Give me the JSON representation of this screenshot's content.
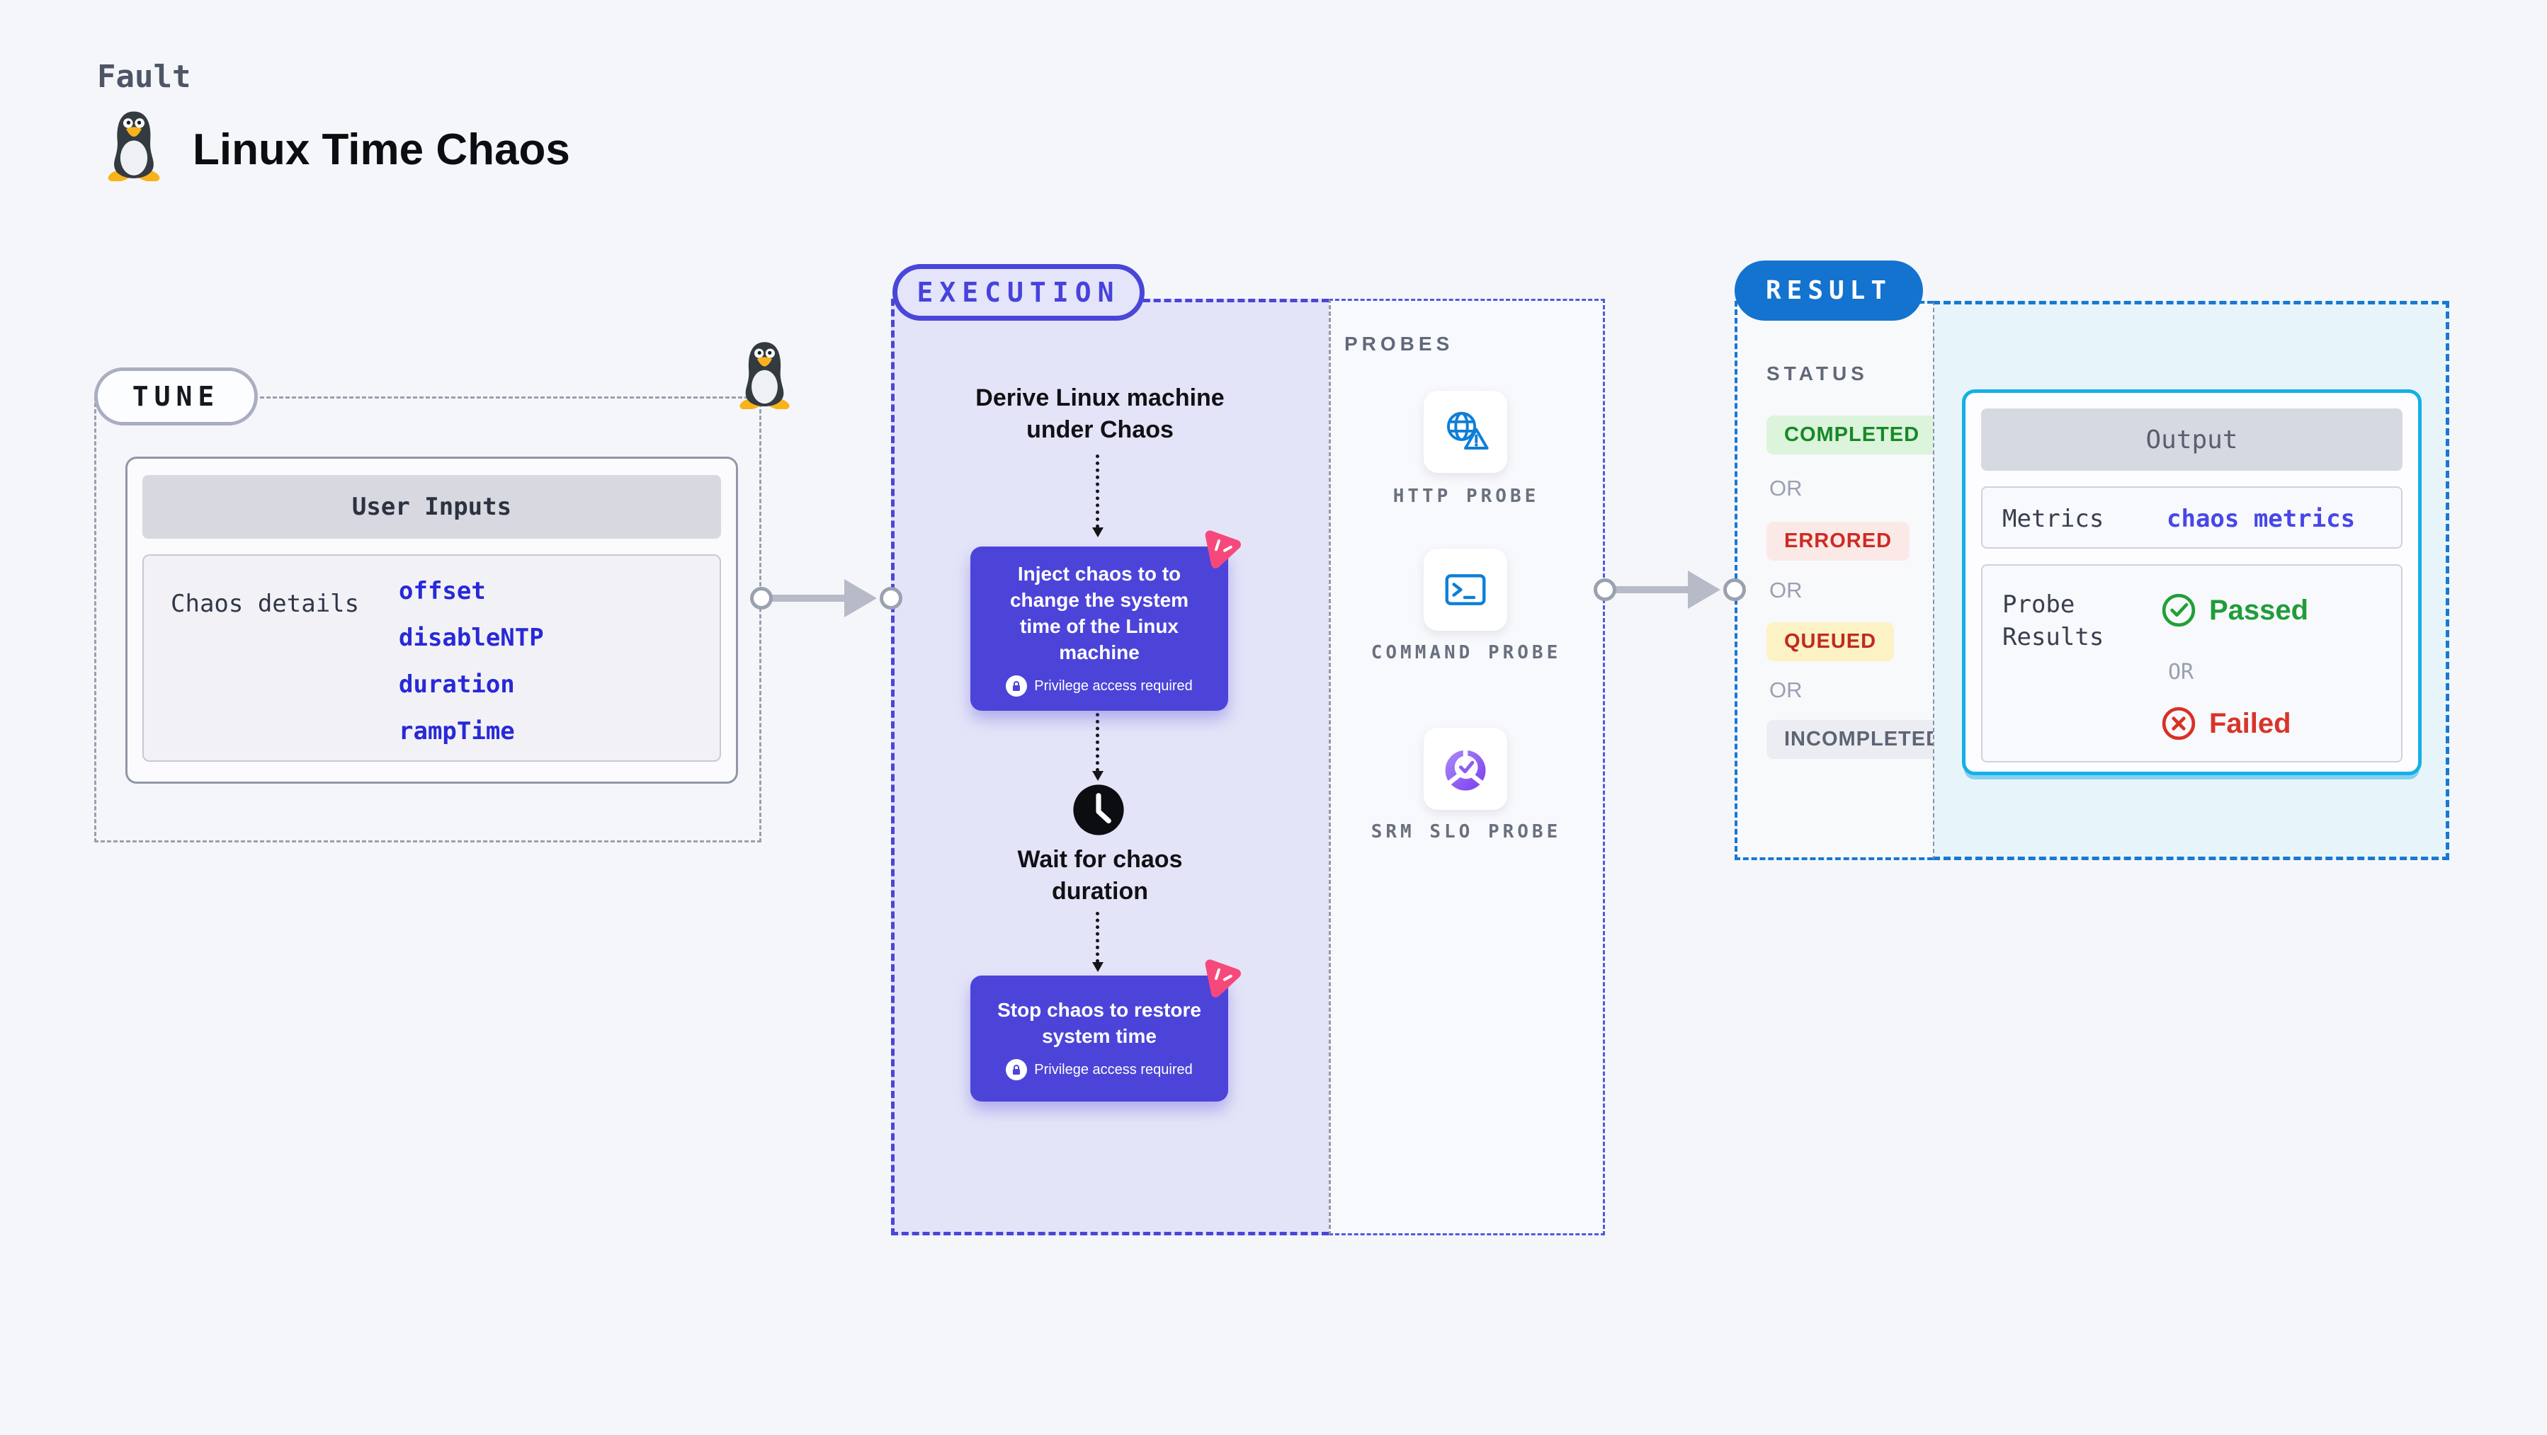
{
  "header": {
    "eyebrow": "Fault",
    "title": "Linux Time Chaos",
    "title_icon": "tux-penguin-icon"
  },
  "tune": {
    "pill": "TUNE",
    "user_inputs": {
      "header": "User Inputs",
      "row_label": "Chaos details",
      "links": [
        "offset",
        "disableNTP",
        "duration",
        "rampTime"
      ]
    }
  },
  "execution": {
    "pill": "EXECUTION",
    "steps": [
      {
        "label": "Derive Linux machine under Chaos"
      },
      {
        "label": "Inject chaos to to change the system time of the Linux machine",
        "badge": "Privilege access required",
        "icon": "chaos-pink-icon"
      },
      {
        "label": "Wait for chaos duration",
        "icon": "clock-icon"
      },
      {
        "label": "Stop chaos to restore system time",
        "badge": "Privilege access required",
        "icon": "chaos-pink-icon"
      }
    ]
  },
  "probes": {
    "heading": "PROBES",
    "items": [
      {
        "label": "HTTP PROBE",
        "icon": "http-globe-warning-icon"
      },
      {
        "label": "COMMAND PROBE",
        "icon": "terminal-icon"
      },
      {
        "label": "SRM SLO PROBE",
        "icon": "slo-pie-check-icon"
      }
    ]
  },
  "result": {
    "pill": "RESULT",
    "status": {
      "heading": "STATUS",
      "or": "OR",
      "items": [
        {
          "label": "COMPLETED"
        },
        {
          "label": "ERRORED"
        },
        {
          "label": "QUEUED"
        },
        {
          "label": "INCOMPLETED"
        }
      ]
    },
    "output": {
      "header": "Output",
      "metrics_label": "Metrics",
      "metrics_link": "chaos metrics",
      "probe_label": "Probe Results",
      "passed": "Passed",
      "or": "OR",
      "failed": "Failed"
    }
  },
  "colors": {
    "accent_indigo": "#4c44d9",
    "execution_border": "#4a46d9",
    "result_blue": "#1373cf",
    "output_cyan_border": "#14b0e6",
    "link_blue": "#2829d8",
    "passed_green": "#1f9d3a",
    "failed_red": "#d7352b",
    "chaos_pink": "#f7487c",
    "lavender_bg": "#e4e4f8"
  }
}
